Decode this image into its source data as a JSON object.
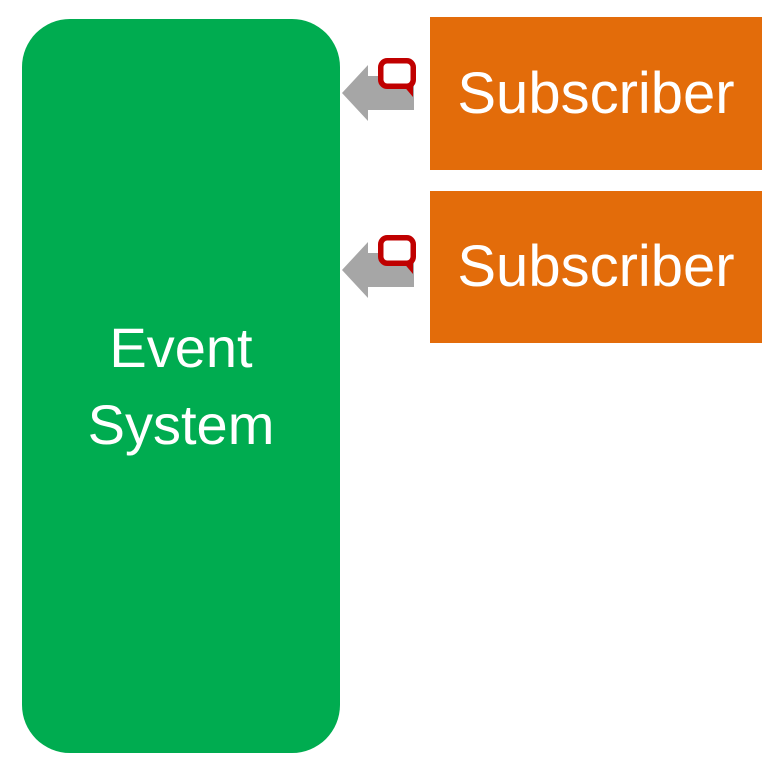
{
  "event_system": {
    "label": "Event System"
  },
  "subscribers": [
    {
      "label": "Subscriber"
    },
    {
      "label": "Subscriber"
    }
  ],
  "icons": {
    "connector": "left-block-arrow-with-speech-bubble",
    "arrow": "left-arrow-icon",
    "bubble": "speech-bubble-icon"
  },
  "colors": {
    "event_green": "#00AC50",
    "subscriber_orange": "#E36C0A",
    "arrow_gray": "#A6A6A6",
    "bubble_red": "#C00000",
    "bubble_fill": "#FFFFFF",
    "text_white": "#FFFFFF",
    "background": "#FFFFFF"
  }
}
